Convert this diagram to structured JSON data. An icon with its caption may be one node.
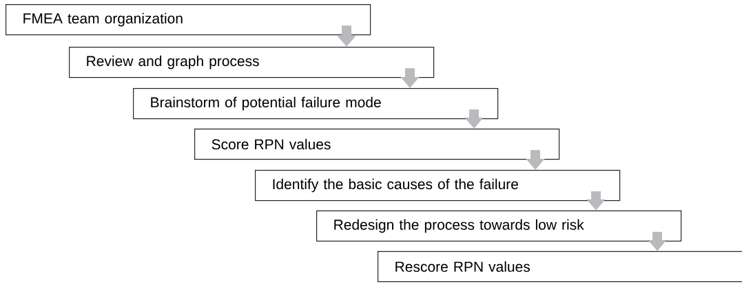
{
  "diagram": {
    "nodes": [
      {
        "text": [
          "FMEA team organization"
        ]
      },
      {
        "text": [
          "Review and graph process"
        ]
      },
      {
        "text": [
          "Brainstorm of potential failure mode"
        ]
      },
      {
        "text": [
          "Score RPN values"
        ]
      },
      {
        "text": [
          "Identify the basic causes of the failure"
        ]
      },
      {
        "text": [
          "Redesign the process towards low risk"
        ]
      },
      {
        "text": [
          "Rescore RPN values"
        ]
      }
    ],
    "edges": [
      {
        "from": 0,
        "to": 1,
        "arrow": "to"
      },
      {
        "from": 1,
        "to": 2,
        "arrow": "to"
      },
      {
        "from": 2,
        "to": 3,
        "arrow": "to"
      },
      {
        "from": 3,
        "to": 4,
        "arrow": "to"
      },
      {
        "from": 4,
        "to": 5,
        "arrow": "to"
      },
      {
        "from": 5,
        "to": 6,
        "arrow": "to"
      }
    ]
  }
}
